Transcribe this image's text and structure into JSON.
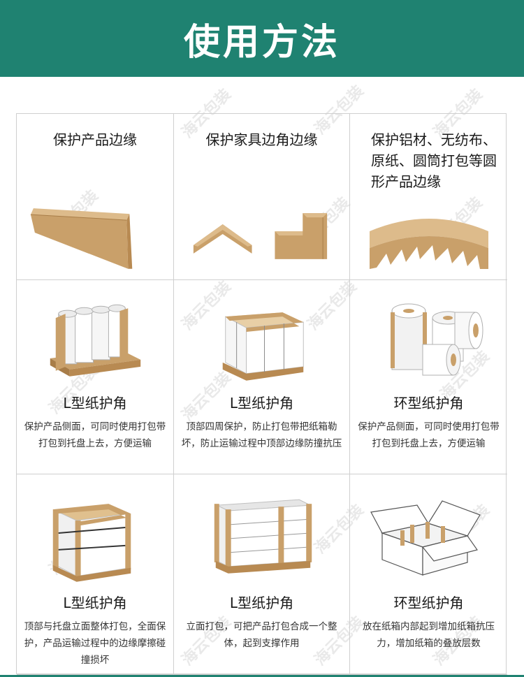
{
  "header": {
    "title": "使用方法"
  },
  "watermark": "海云包装",
  "row1": [
    {
      "title": "保护产品边缘"
    },
    {
      "title": "保护家具边角边缘"
    },
    {
      "title": "保护铝材、无纺布、原纸、圆筒打包等圆形产品边缘"
    }
  ],
  "row2": [
    {
      "title": "L型纸护角",
      "desc": "保护产品侧面，可同时使用打包带打包到托盘上去，方便运输"
    },
    {
      "title": "L型纸护角",
      "desc": "顶部四周保护，防止打包带把纸箱勒坏，防止运输过程中顶部边缘防撞抗压"
    },
    {
      "title": "环型纸护角",
      "desc": "保护产品侧面，可同时使用打包带打包到托盘上去，方便运输"
    }
  ],
  "row3": [
    {
      "title": "L型纸护角",
      "desc": "顶部与托盘立面整体打包，全面保护，产品运输过程中的边缘摩擦碰撞损坏"
    },
    {
      "title": "L型纸护角",
      "desc": "立面打包，可把产品打包合成一个整体，起到支撑作用"
    },
    {
      "title": "环型纸护角",
      "desc": "放在纸箱内部起到增加纸箱抗压力，增加纸箱的叠放层数"
    }
  ],
  "colors": {
    "brand": "#1f8271",
    "kraft": "#c9a06a",
    "kraft_dark": "#a87d48",
    "kraft_light": "#ddbb8b"
  }
}
